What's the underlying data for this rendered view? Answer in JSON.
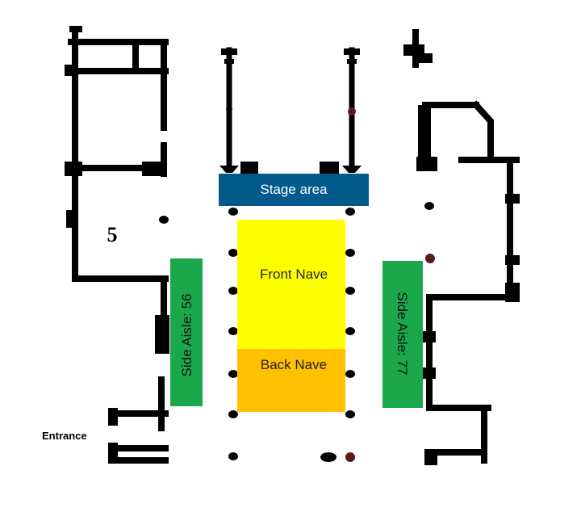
{
  "zones": {
    "stage": {
      "label": "Stage area",
      "color": "#005a8c",
      "text_color": "#ffffff"
    },
    "front_nave": {
      "label": "Front Nave",
      "color": "#ffff00",
      "text_color": "#222222"
    },
    "back_nave": {
      "label": "Back Nave",
      "color": "#ffc000",
      "text_color": "#222222"
    },
    "side_aisle_left": {
      "label": "Side Aisle: 56",
      "color": "#1aa84a",
      "text_color": "#111111"
    },
    "side_aisle_right": {
      "label": "Side Aisle: 77",
      "color": "#1aa84a",
      "text_color": "#111111"
    }
  },
  "labels": {
    "entrance": "Entrance",
    "room_number": "5"
  },
  "colors": {
    "wall": "#000000",
    "column_accent": "#5a1a1a"
  }
}
